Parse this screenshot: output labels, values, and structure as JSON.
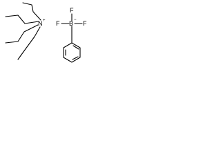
{
  "diagram": {
    "cation": {
      "center_atom": "N",
      "center_charge": "+"
    },
    "anion": {
      "center_atom": "B",
      "center_charge": "−",
      "fluorines": [
        "F",
        "F",
        "F"
      ]
    }
  }
}
